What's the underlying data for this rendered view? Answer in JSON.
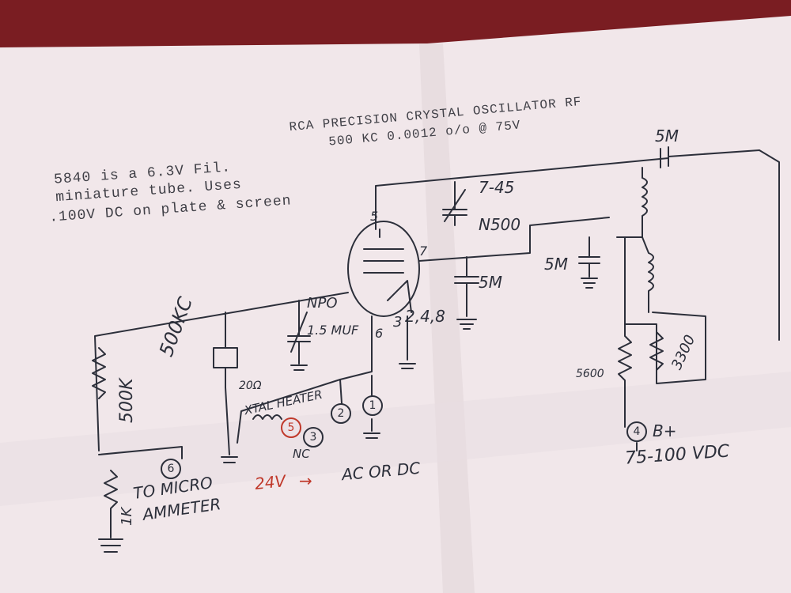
{
  "header": {
    "line1": "RCA PRECISION CRYSTAL OSCILLATOR RF",
    "line2": "500 KC   0.0012 o/o @ 75V"
  },
  "note": {
    "line1": "5840 is a 6.3V Fil.",
    "line2": "miniature tube. Uses",
    "line3": ".100V DC on plate & screen"
  },
  "labels": {
    "cap_top": "5M",
    "trimmer": "7-45",
    "n500": "N500",
    "cap_mid": "5M",
    "cap_small": "5M",
    "npo": "NPO",
    "npo_value": "1.5 MUF",
    "crystal": "500KC",
    "r_500k": "500K",
    "r_1k": "1K",
    "r_20": "20Ω",
    "xtal_heater": "XTAL HEATER",
    "r_5600": "5600",
    "r_3300": "3300",
    "b_plus": "B+",
    "vdc": "75-100 VDC",
    "pin5": "5",
    "pin7": "7",
    "pin6": "6",
    "pin32": "3",
    "pin248": "2,4,8",
    "to_micro": "TO MICRO",
    "ammeter": "AMMETER",
    "nc": "NC",
    "volt_24": "24V",
    "ac_dc": "AC OR DC"
  },
  "terminals": {
    "t1": "1",
    "t2": "2",
    "t3": "3",
    "t4": "4",
    "t5": "5",
    "t6": "6"
  },
  "colors": {
    "paper": "#f1e7ea",
    "ink": "#2c2f3a",
    "red_ink": "#c0392b",
    "background": "#7a1d22"
  }
}
